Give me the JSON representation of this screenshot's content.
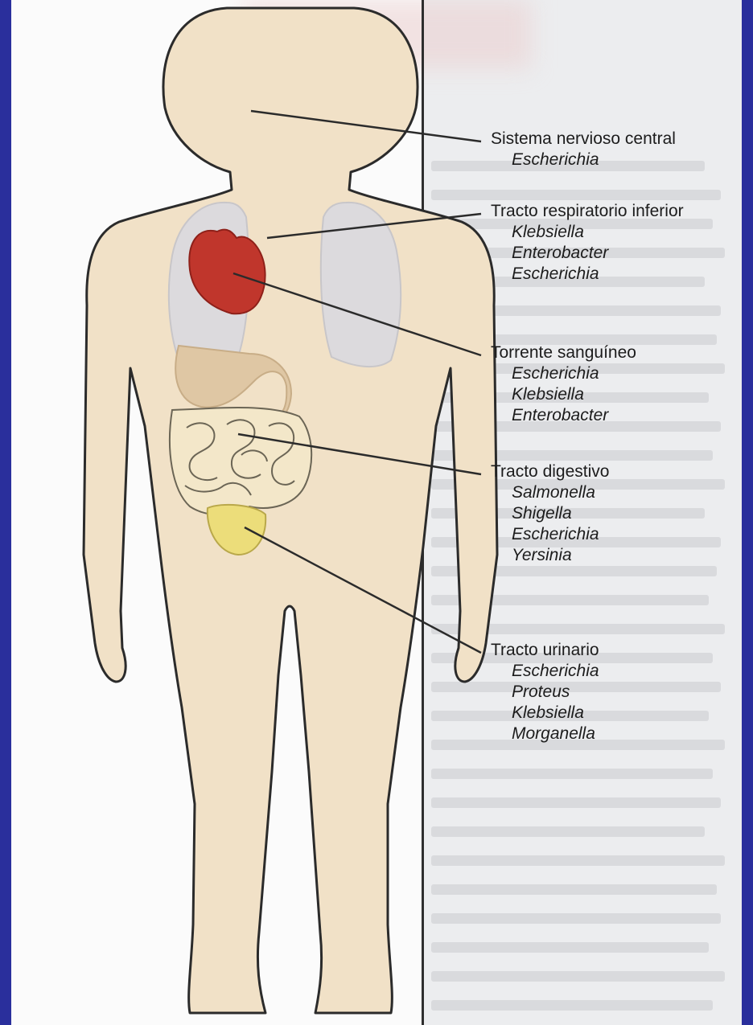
{
  "figure": {
    "annotations": [
      {
        "id": "cns",
        "title": "Sistema nervioso central",
        "organisms": [
          "Escherichia"
        ]
      },
      {
        "id": "resp",
        "title": "Tracto respiratorio inferior",
        "organisms": [
          "Klebsiella",
          "Enterobacter",
          "Escherichia"
        ]
      },
      {
        "id": "blood",
        "title": "Torrente sanguíneo",
        "organisms": [
          "Escherichia",
          "Klebsiella",
          "Enterobacter"
        ]
      },
      {
        "id": "digest",
        "title": "Tracto digestivo",
        "organisms": [
          "Salmonella",
          "Shigella",
          "Escherichia",
          "Yersinia"
        ]
      },
      {
        "id": "urinary",
        "title": "Tracto urinario",
        "organisms": [
          "Escherichia",
          "Proteus",
          "Klebsiella",
          "Morganella"
        ]
      }
    ]
  },
  "colors": {
    "frame": "#2a2f9c",
    "body_fill": "#f1e1c7",
    "body_outline": "#2b2b2b",
    "heart": "#c0362c",
    "lungs": "#dcdadd",
    "stomach": "#dfc7a4",
    "intestine": "#f3e7c9",
    "bladder": "#ecdd7a"
  },
  "icons": [
    "human-body-silhouette",
    "heart-organ",
    "lungs-organ",
    "stomach-organ",
    "intestines-organ",
    "bladder-organ"
  ]
}
